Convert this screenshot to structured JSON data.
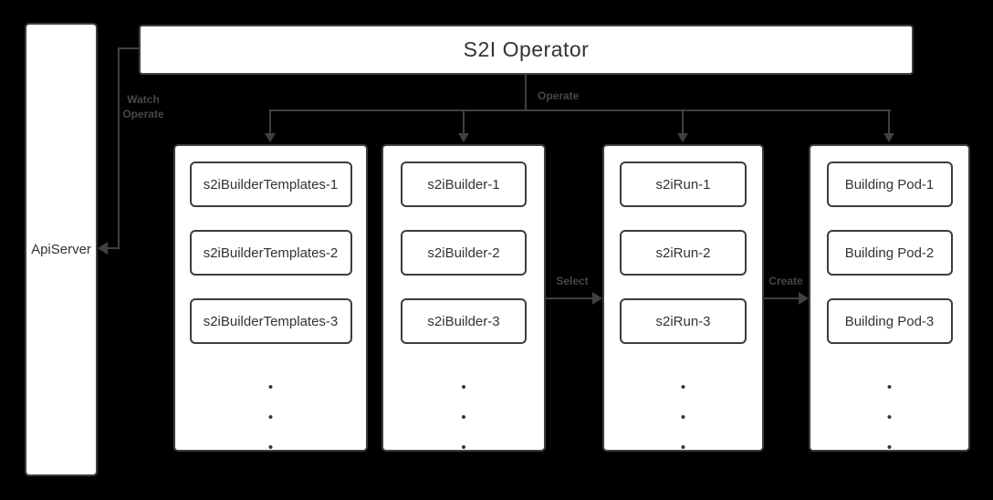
{
  "nodes": {
    "apiserver": "ApiServer",
    "operator": "S2I Operator"
  },
  "edges": {
    "watch_operate": {
      "line1": "Watch",
      "line2": "Operate"
    },
    "operate_label": "Operate",
    "select_label": "Select",
    "create_label": "Create"
  },
  "ellipsis_dot": "•",
  "columns": [
    {
      "items": [
        "s2iBuilderTemplates-1",
        "s2iBuilderTemplates-2",
        "s2iBuilderTemplates-3"
      ]
    },
    {
      "items": [
        "s2iBuilder-1",
        "s2iBuilder-2",
        "s2iBuilder-3"
      ]
    },
    {
      "items": [
        "s2iRun-1",
        "s2iRun-2",
        "s2iRun-3"
      ]
    },
    {
      "items": [
        "Building Pod-1",
        "Building Pod-2",
        "Building Pod-3"
      ]
    }
  ],
  "colors": {
    "background": "#000000",
    "node_fill": "#ffffff",
    "node_border": "#3d3d3d",
    "node_text": "#333333",
    "edge_line": "#404040",
    "edge_label": "#474747"
  }
}
